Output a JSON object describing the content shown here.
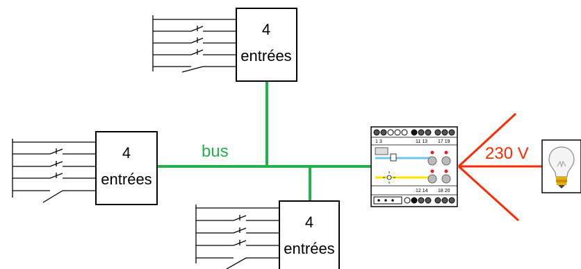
{
  "modules": [
    {
      "number": "4",
      "label": "entrées"
    },
    {
      "number": "4",
      "label": "entrées"
    },
    {
      "number": "4",
      "label": "entrées"
    }
  ],
  "bus_label": "bus",
  "voltage_label": "230 V",
  "actuator": {
    "top_terminals_left": "1   3",
    "top_terminals_mid": "11 13",
    "top_terminals_right": "17 19",
    "bottom_terminals_mid": "12 14",
    "bottom_terminals_right": "18 20"
  },
  "colors": {
    "bus": "#22b24c",
    "power": "#ff2a00",
    "lines": "#000000",
    "yellow_wire": "#ffe600",
    "blue_wire": "#6fc3f0"
  },
  "icons": [
    "switch-icon",
    "lightbulb-icon",
    "led-icon"
  ]
}
